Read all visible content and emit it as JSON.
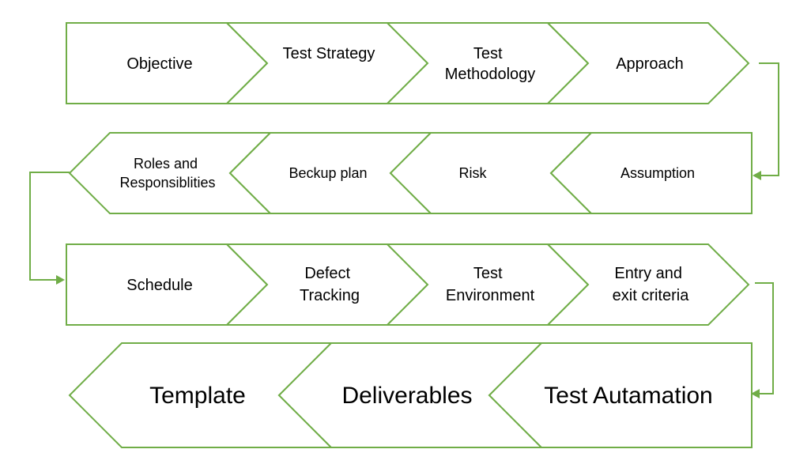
{
  "colors": {
    "stroke": "#70AD47",
    "fill": "#ffffff",
    "text": "#000000"
  },
  "rows": [
    {
      "direction": "right",
      "steps": [
        {
          "name": "objective",
          "lines": [
            "Objective"
          ]
        },
        {
          "name": "test-strategy",
          "lines": [
            "Test Strategy"
          ]
        },
        {
          "name": "test-methodology",
          "lines": [
            "Test",
            "Methodology"
          ]
        },
        {
          "name": "approach",
          "lines": [
            "Approach"
          ]
        }
      ]
    },
    {
      "direction": "left",
      "steps": [
        {
          "name": "roles-and-responsibilities",
          "lines": [
            "Roles and",
            "Responsiblities"
          ]
        },
        {
          "name": "beckup-plan",
          "lines": [
            "Beckup plan"
          ]
        },
        {
          "name": "risk",
          "lines": [
            "Risk"
          ]
        },
        {
          "name": "assumption",
          "lines": [
            "Assumption"
          ]
        }
      ]
    },
    {
      "direction": "right",
      "steps": [
        {
          "name": "schedule",
          "lines": [
            "Schedule"
          ]
        },
        {
          "name": "defect-tracking",
          "lines": [
            "Defect",
            "Tracking"
          ]
        },
        {
          "name": "test-environment",
          "lines": [
            "Test",
            "Environment"
          ]
        },
        {
          "name": "entry-and-exit-criteria",
          "lines": [
            "Entry and",
            "exit criteria"
          ]
        }
      ]
    },
    {
      "direction": "left",
      "steps": [
        {
          "name": "template",
          "lines": [
            "Template"
          ]
        },
        {
          "name": "deliverables",
          "lines": [
            "Deliverables"
          ]
        },
        {
          "name": "test-automation",
          "lines": [
            "Test Autamation"
          ]
        }
      ]
    }
  ]
}
